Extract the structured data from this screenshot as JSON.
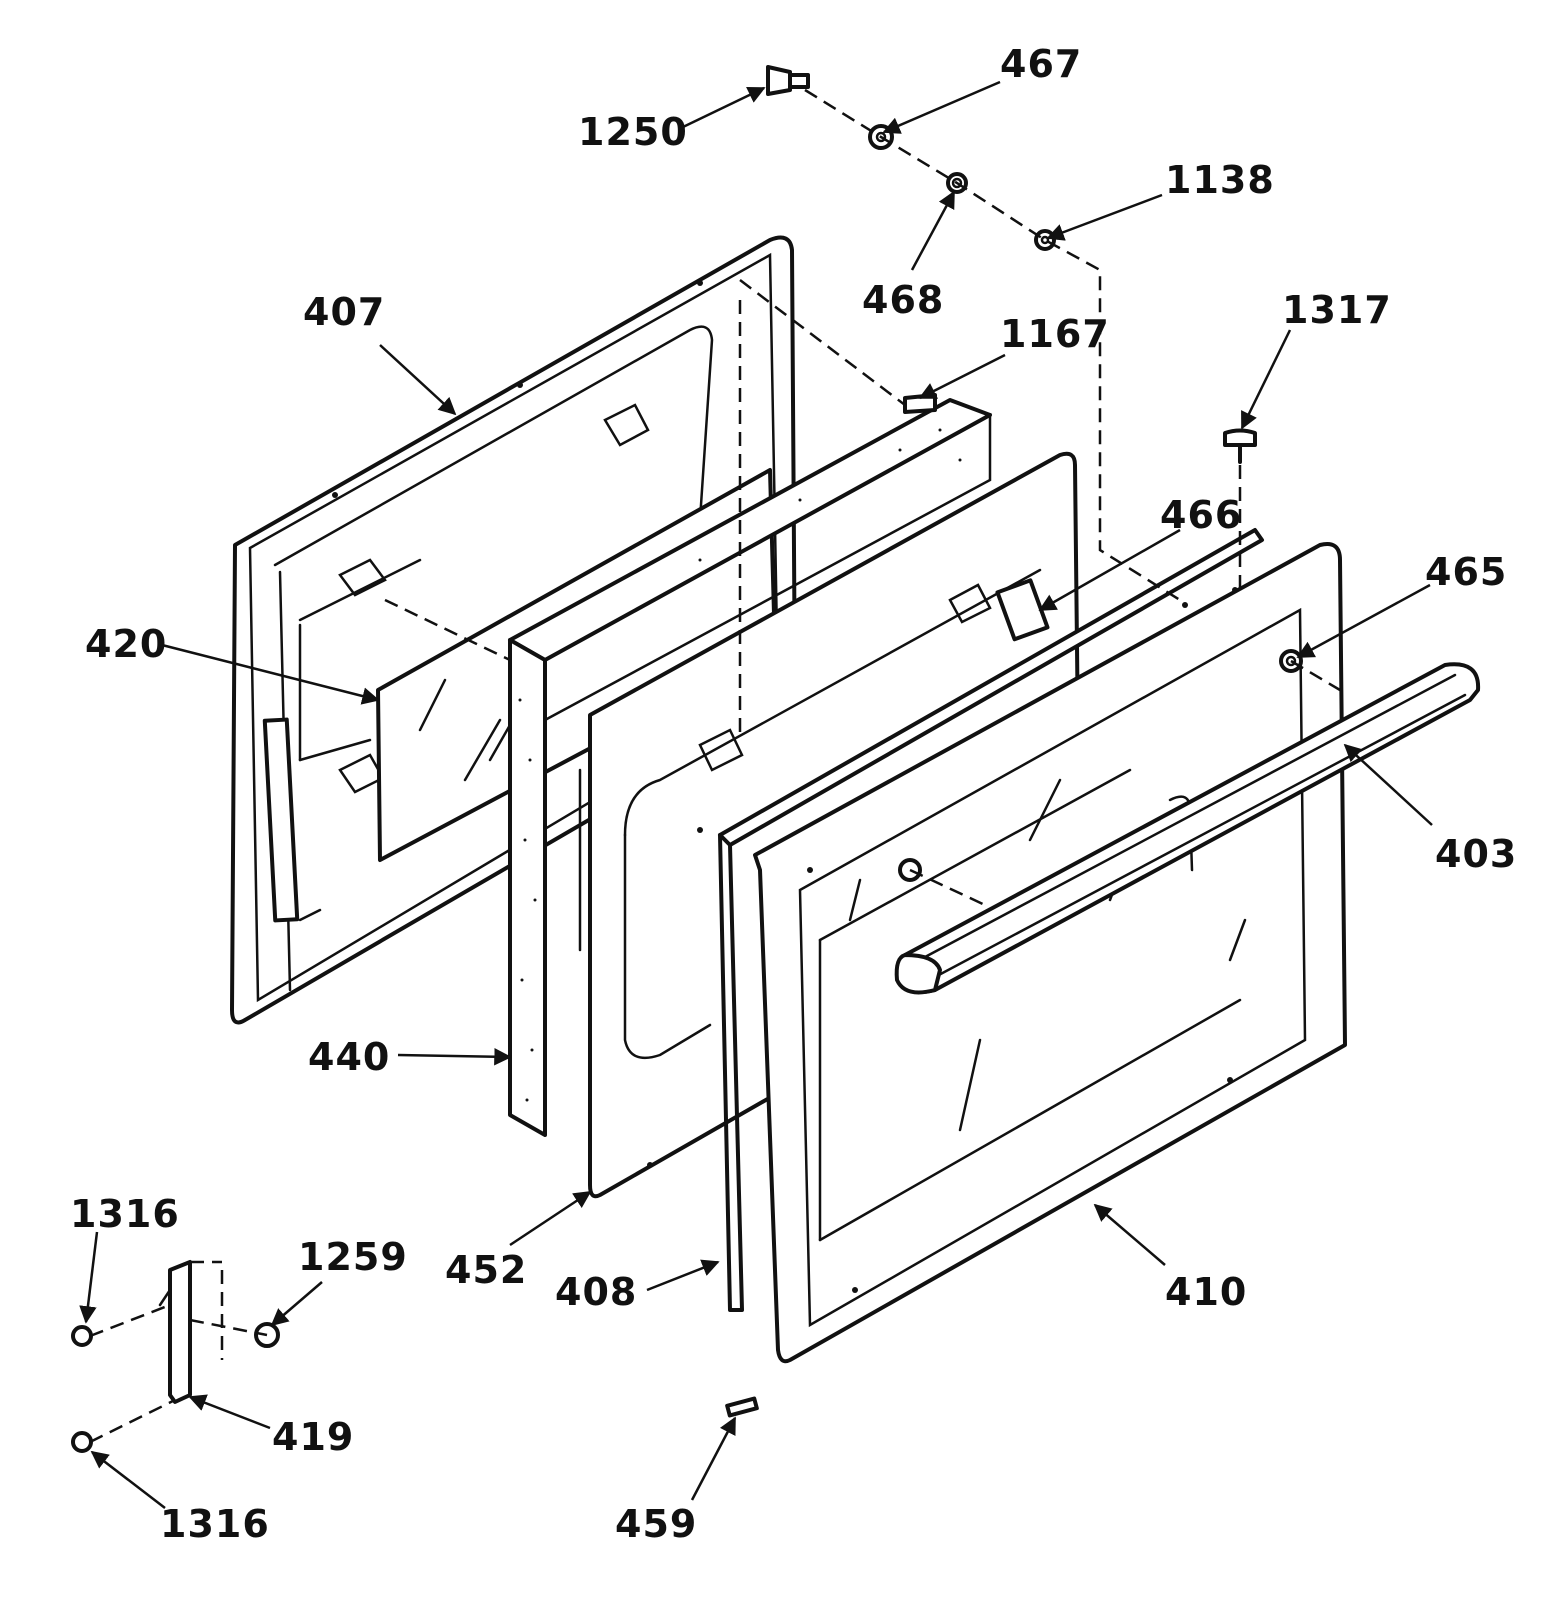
{
  "callouts": {
    "p1250": "1250",
    "p467": "467",
    "p1138": "1138",
    "p468": "468",
    "p407": "407",
    "p1167": "1167",
    "p1317": "1317",
    "p466": "466",
    "p465": "465",
    "p420": "420",
    "p403": "403",
    "p440": "440",
    "p452": "452",
    "p408": "408",
    "p410": "410",
    "p1316a": "1316",
    "p1259": "1259",
    "p419": "419",
    "p1316b": "1316",
    "p459": "459"
  }
}
